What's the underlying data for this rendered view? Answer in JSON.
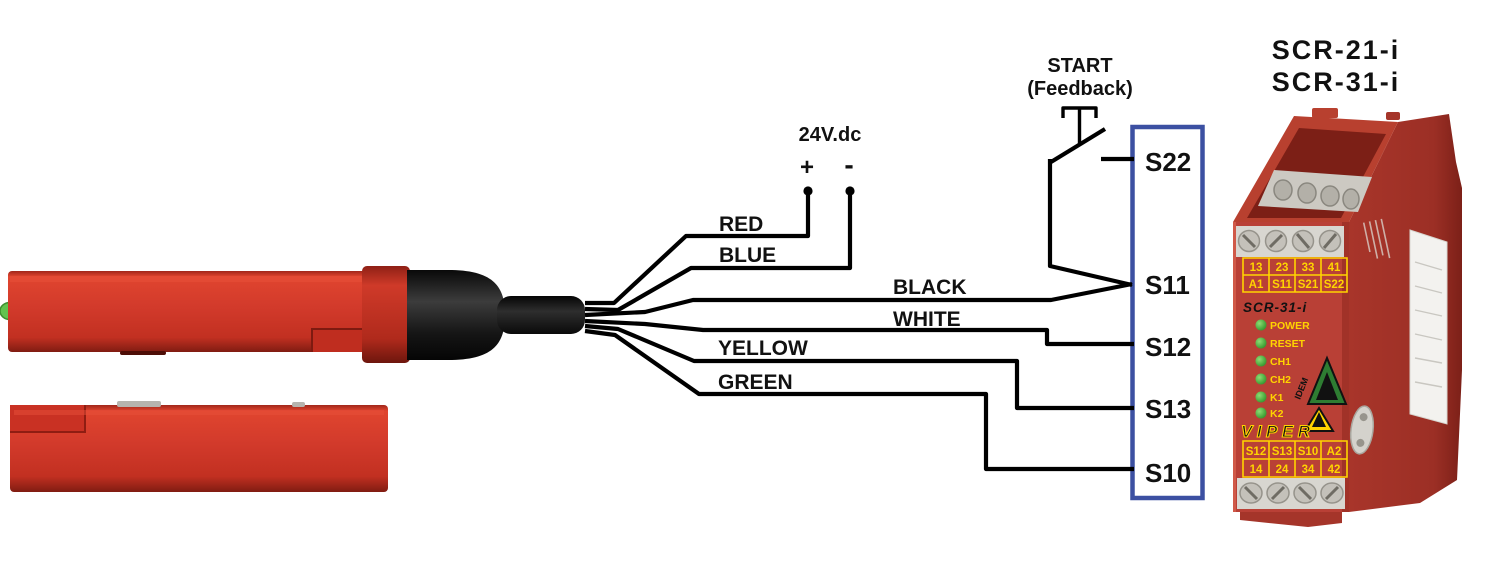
{
  "page": {
    "background": "#ffffff",
    "description": "Wiring diagram of a magnetic safety switch with six-core cable connected to a VIPER SCR safety relay terminal block"
  },
  "title": {
    "line1": "SCR-21-i",
    "line2": "SCR-31-i"
  },
  "power_supply": {
    "label": "24V.dc",
    "plus": "+",
    "minus": "-"
  },
  "start_button": {
    "line1": "START",
    "line2": "(Feedback)",
    "connects": [
      "S22",
      "S11"
    ]
  },
  "wires": [
    {
      "label": "RED",
      "connects_to": "24V.dc +"
    },
    {
      "label": "BLUE",
      "connects_to": "24V.dc -"
    },
    {
      "label": "BLACK",
      "connects_to": "S11"
    },
    {
      "label": "WHITE",
      "connects_to": "S12"
    },
    {
      "label": "YELLOW",
      "connects_to": "S13"
    },
    {
      "label": "GREEN",
      "connects_to": "S10"
    }
  ],
  "terminal_block": {
    "terminals": [
      "S22",
      "S11",
      "S12",
      "S13",
      "S10"
    ],
    "border_color": "#3c50a2"
  },
  "sensor": {
    "type": "magnetic safety switch with separate actuator",
    "body_color": "#d23a2b",
    "led_color": "#62c24e",
    "cable_color": "#161616"
  },
  "relay_module": {
    "face_model": "SCR-31-i",
    "brand": "VIPER",
    "logo": "IDEM",
    "top_terminal_rows": [
      [
        "13",
        "23",
        "33",
        "41"
      ],
      [
        "A1",
        "S11",
        "S21",
        "S22"
      ]
    ],
    "led_labels": [
      "POWER",
      "RESET",
      "CH1",
      "CH2",
      "K1",
      "K2"
    ],
    "bottom_terminal_rows": [
      [
        "S12",
        "S13",
        "S10",
        "A2"
      ],
      [
        "14",
        "24",
        "34",
        "42"
      ]
    ],
    "colors": {
      "body": "#b94036",
      "label_yellow": "#ffd400",
      "led_green": "#47a83c"
    }
  },
  "diagram": {
    "line_color": "#000000"
  }
}
